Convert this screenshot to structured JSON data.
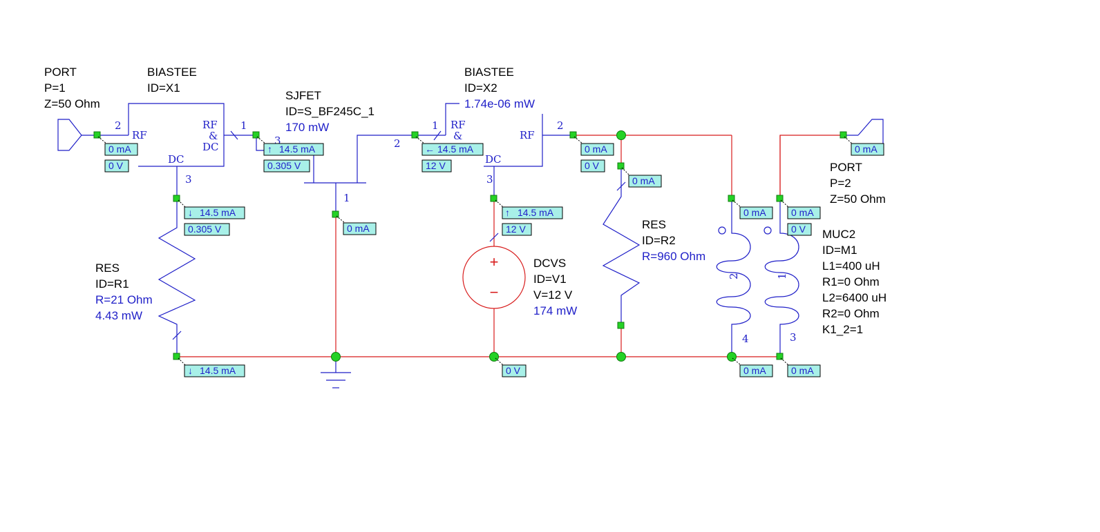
{
  "components": {
    "port1": {
      "name": "PORT",
      "p": "P=1",
      "z": "Z=50 Ohm"
    },
    "biastee1": {
      "name": "BIASTEE",
      "id": "ID=X1",
      "pin_rf": "RF",
      "pin_rfdc_1": "RF",
      "pin_rfdc_2": "&",
      "pin_rfdc_3": "DC",
      "pin_dc": "DC",
      "n1": "1",
      "n2": "2",
      "n3": "3"
    },
    "sjfet": {
      "name": "SJFET",
      "id": "ID=S_BF245C_1",
      "power": "170 mW",
      "n1": "1",
      "n2": "2",
      "n3": "3"
    },
    "biastee2": {
      "name": "BIASTEE",
      "id": "ID=X2",
      "power": "1.74e-06 mW",
      "pin_rf": "RF",
      "pin_rfdc_1": "RF",
      "pin_rfdc_2": "&",
      "pin_dc": "DC",
      "n1": "1",
      "n2": "2",
      "n3": "3"
    },
    "res1": {
      "name": "RES",
      "id": "ID=R1",
      "r": "R=21 Ohm",
      "power": "4.43 mW"
    },
    "dcvs": {
      "name": "DCVS",
      "id": "ID=V1",
      "v": "V=12 V",
      "power": "174 mW",
      "plus": "+",
      "minus": "−"
    },
    "res2": {
      "name": "RES",
      "id": "ID=R2",
      "r": "R=960 Ohm"
    },
    "muc2": {
      "name": "MUC2",
      "id": "ID=M1",
      "l1": "L1=400 uH",
      "r1": "R1=0 Ohm",
      "l2": "L2=6400 uH",
      "r2": "R2=0 Ohm",
      "k": "K1_2=1",
      "n1": "1",
      "n2": "2",
      "n3": "3",
      "n4": "4"
    },
    "port2": {
      "name": "PORT",
      "p": "P=2",
      "z": "Z=50 Ohm"
    }
  },
  "annotations": {
    "a1": "0 mA",
    "a2": "0 V",
    "a3": "14.5 mA",
    "a4": "0.305 V",
    "a5": "14.5 mA",
    "a6": "0.305 V",
    "a7": "14.5 mA",
    "a8": "0 mA",
    "a9": "14.5 mA",
    "a10": "12 V",
    "a11": "14.5 mA",
    "a12": "12 V",
    "a13": "0 V",
    "a14": "0 mA",
    "a15": "0 V",
    "a16": "0 mA",
    "a17": "0 mA",
    "a18": "0 mA",
    "a19": "0 V",
    "a20": "0 mA",
    "a21": "0 mA",
    "a22": "0 mA"
  },
  "colors": {
    "component_wire": "#1f1fc8",
    "circuit_wire": "#d81b1b",
    "node": "#25d225",
    "annotation_box": "#a8f0e8"
  }
}
